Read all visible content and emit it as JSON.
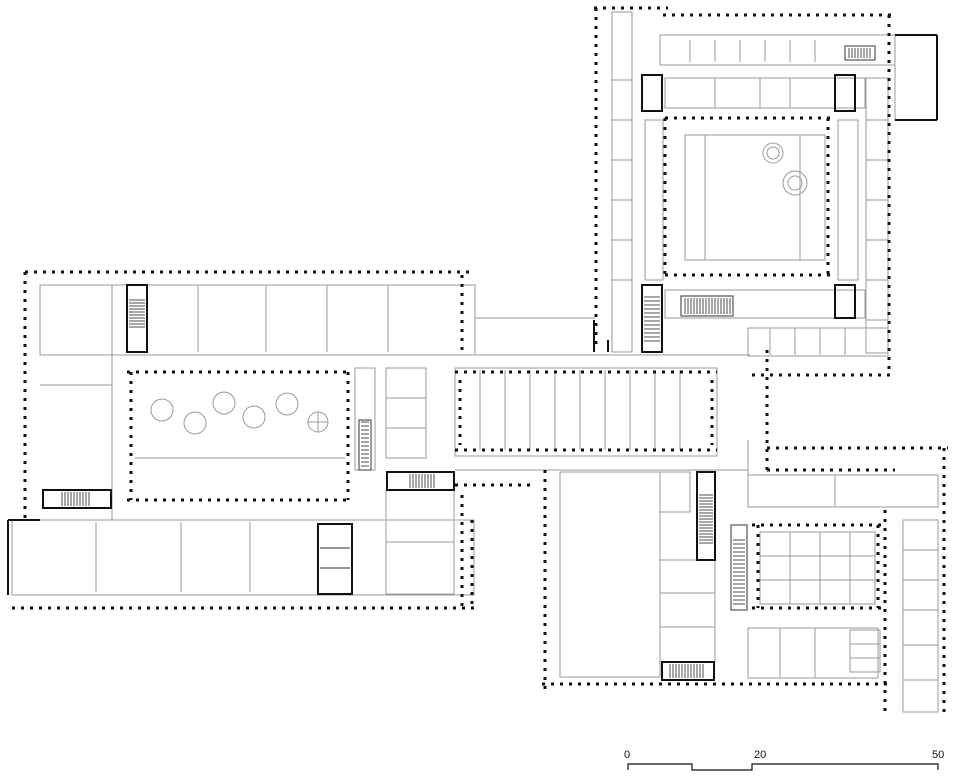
{
  "scale_bar": {
    "labels": [
      "0",
      "20",
      "50"
    ]
  },
  "colors": {
    "wall": "#111111",
    "partition": "#9a9a9a",
    "background": "#ffffff"
  }
}
